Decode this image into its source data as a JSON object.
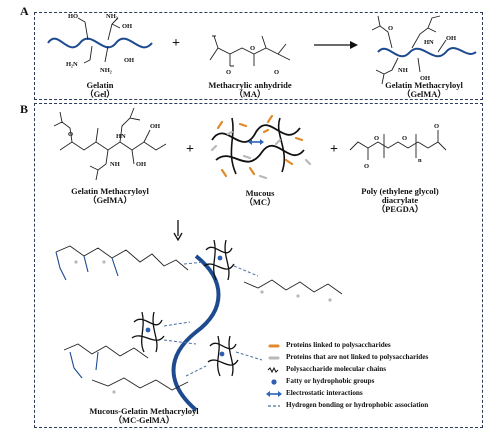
{
  "panel_a": {
    "letter": "A",
    "gelatin": {
      "name": "Gelatin",
      "abbr": "（Gel）"
    },
    "methacrylic": {
      "name": "Methacrylic anhydride",
      "abbr": "（MA）"
    },
    "gelma": {
      "name": "Gelatin Methacryloyl",
      "abbr": "（GelMA）"
    },
    "chem_labels": {
      "ho": "HO",
      "nh2": "NH₂",
      "oh": "OH",
      "h2n": "H₂N",
      "o": "O",
      "nh": "NH",
      "hn": "HN"
    }
  },
  "panel_b": {
    "letter": "B",
    "gelma": {
      "name": "Gelatin Methacryloyl",
      "abbr": "（GelMA）"
    },
    "mucous": {
      "name": "Mucous",
      "abbr": "（MC）"
    },
    "pegda": {
      "name": "Poly (ethylene glycol)",
      "name2": "diacrylate",
      "abbr": "（PEGDA）"
    },
    "chem_labels": {
      "o": "O",
      "n": "n"
    },
    "product": {
      "name": "Mucous-Gelatin Methacryloyl",
      "abbr": "（MC-GelMA）"
    },
    "legend": [
      {
        "label": "Proteins linked to polysaccharides",
        "icon": "orange-dash",
        "color": "#e08a2c"
      },
      {
        "label": "Proteins that are not linked to polysaccharides",
        "icon": "grey-dash",
        "color": "#b8b8b8"
      },
      {
        "label": "Polysaccharide molecular chains",
        "icon": "black-wave",
        "color": "#111111"
      },
      {
        "label": "Fatty or hydrophobic groups",
        "icon": "blue-dot",
        "color": "#2f5fb0"
      },
      {
        "label": "Electrostatic interactions",
        "icon": "double-arrow",
        "color": "#2b63b8"
      },
      {
        "label": "Hydrogen bonding or hydrophobic association",
        "icon": "blue-dash",
        "color": "#4a6fa5"
      }
    ]
  },
  "operators": {
    "plus": "+"
  },
  "colors": {
    "frame": "#2d3a5a",
    "chain_blue": "#1e4b8f",
    "chain_navy": "#1a2a5e",
    "orange": "#e08a2c"
  }
}
